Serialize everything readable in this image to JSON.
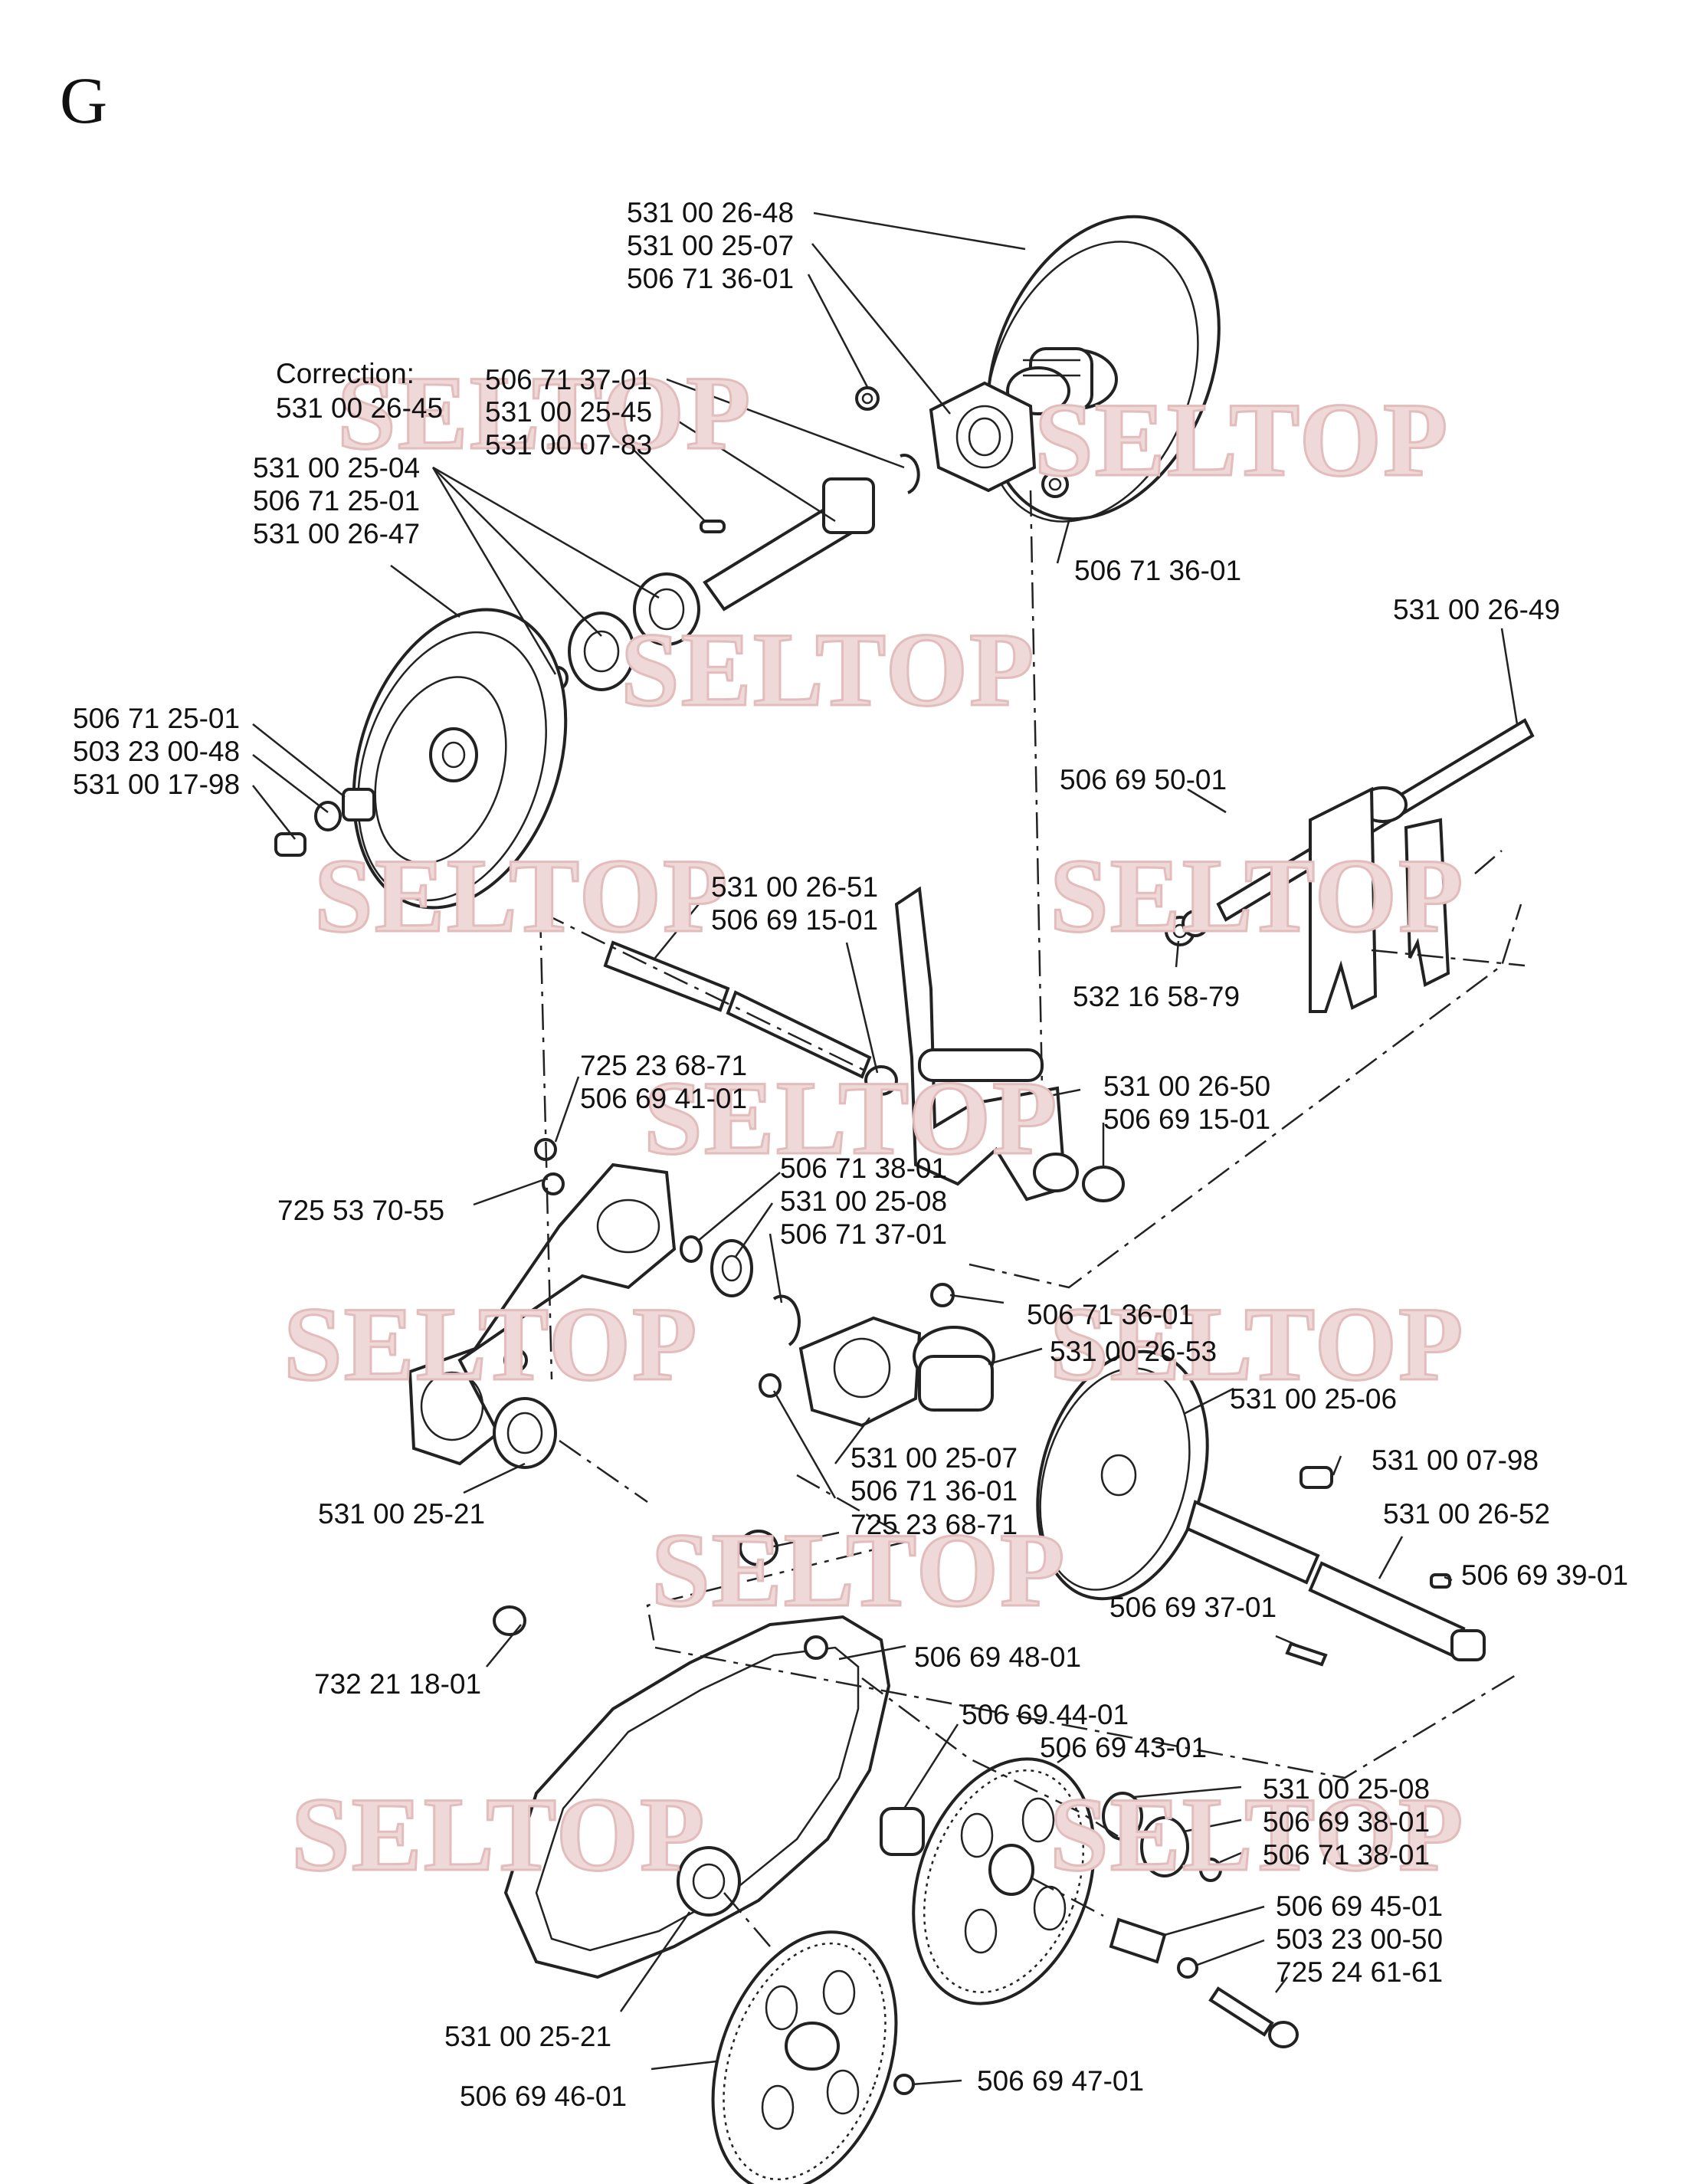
{
  "section_letter": "G",
  "watermark": "SELTOP",
  "correction": {
    "label": "Correction:",
    "part": "531 00 26-45"
  },
  "labels": {
    "l1": "531 00 26-48",
    "l2": "531 00 25-07",
    "l3": "506 71 36-01",
    "l4": "506 71 37-01",
    "l5": "531 00 25-45",
    "l6": "531 00 07-83",
    "l7": "531 00 25-04",
    "l8": "506 71 25-01",
    "l9": "531 00 26-47",
    "l10": "506 71 36-01",
    "l11": "531 00 26-49",
    "l12": "506 71 25-01",
    "l13": "503 23 00-48",
    "l14": "531 00 17-98",
    "l15": "506 69 50-01",
    "l16": "531 00 26-51",
    "l17": "506 69 15-01",
    "l18": "532 16 58-79",
    "l19": "725 23 68-71",
    "l20": "506 69 41-01",
    "l21": "531 00 26-50",
    "l22": "506 69 15-01",
    "l23": "725 53 70-55",
    "l24": "506 71 38-01",
    "l25": "531 00 25-08",
    "l26": "506 71 37-01",
    "l27": "506 71 36-01",
    "l28": "531 00 26-53",
    "l29": "531 00 25-06",
    "l30": "531 00 07-98",
    "l31": "531 00 25-07",
    "l32": "506 71 36-01",
    "l33": "725 23 68-71",
    "l34": "531 00 25-21",
    "l35": "531 00 26-52",
    "l36": "506 69 39-01",
    "l37": "506 69 37-01",
    "l38": "732 21 18-01",
    "l39": "506 69 48-01",
    "l40": "506 69 44-01",
    "l41": "506 69 43-01",
    "l42": "531 00 25-08",
    "l43": "506 69 38-01",
    "l44": "506 71 38-01",
    "l45": "506 69 45-01",
    "l46": "503 23 00-50",
    "l47": "725 24 61-61",
    "l48": "531 00 25-21",
    "l49": "506 69 46-01",
    "l50": "506 69 47-01"
  }
}
